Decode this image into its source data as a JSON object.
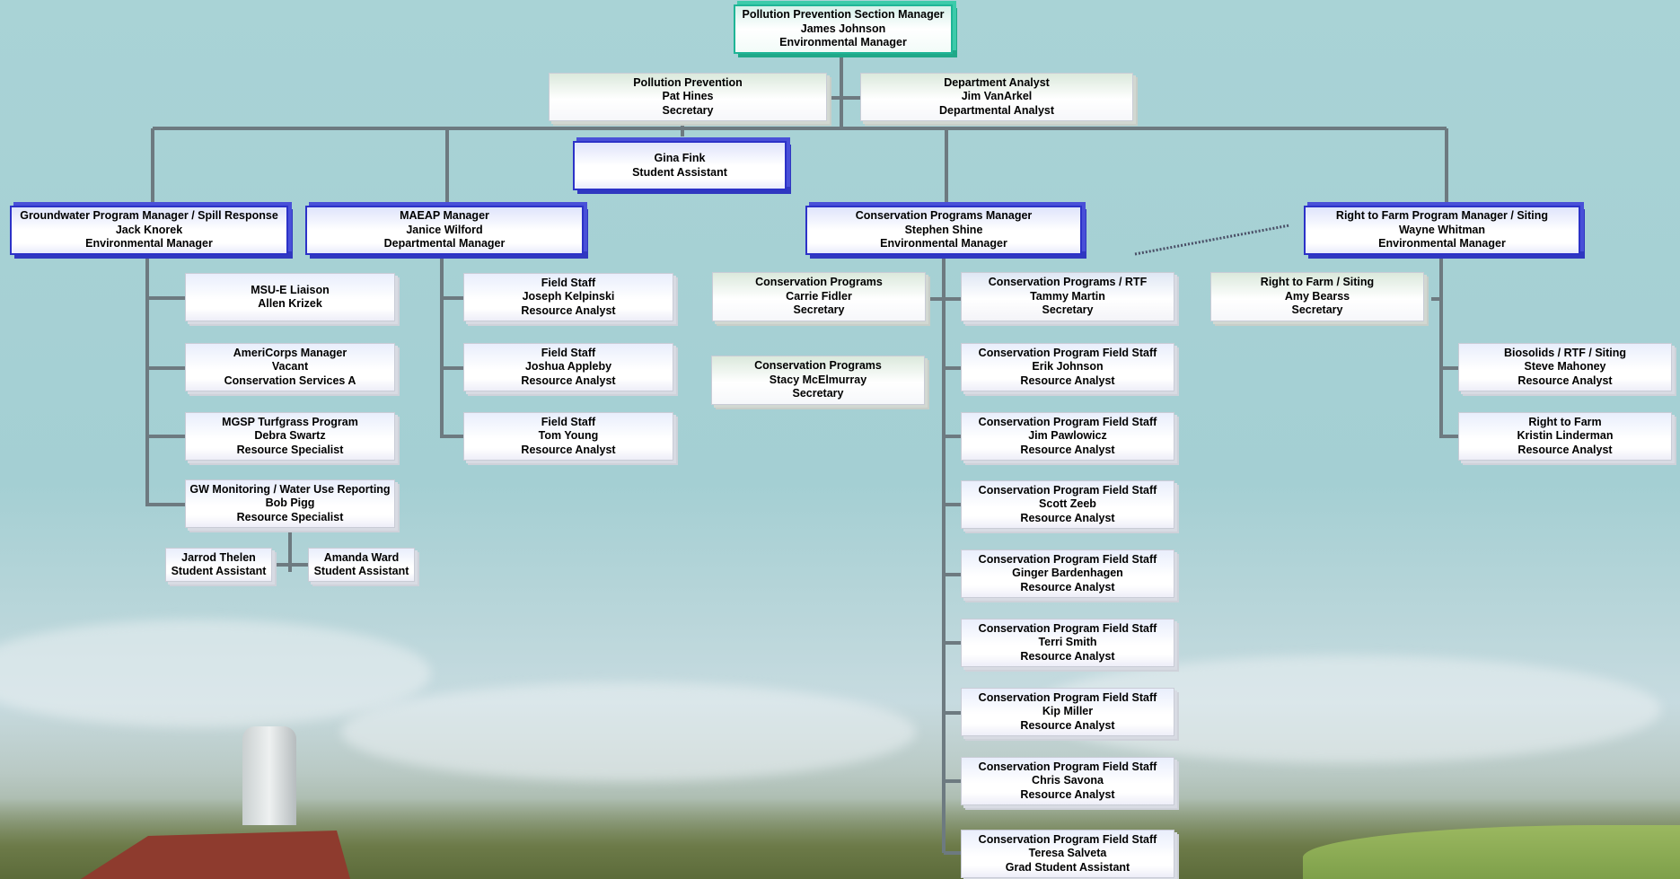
{
  "top": {
    "title": "Pollution Prevention Section Manager",
    "name": "James Johnson",
    "role": "Environmental Manager"
  },
  "staff_left": {
    "title": "Pollution Prevention",
    "name": "Pat Hines",
    "role": "Secretary"
  },
  "staff_right": {
    "title": "Department Analyst",
    "name": "Jim VanArkel",
    "role": "Departmental Analyst"
  },
  "student": {
    "name": "Gina Fink",
    "role": "Student Assistant"
  },
  "groundwater": {
    "manager": {
      "title": "Groundwater Program Manager / Spill Response",
      "name": "Jack Knorek",
      "role": "Environmental Manager"
    },
    "staff": [
      {
        "title": "MSU-E Liaison",
        "name": "Allen Krizek"
      },
      {
        "title": "AmeriCorps Manager",
        "name": "Vacant",
        "role": "Conservation Services A"
      },
      {
        "title": "MGSP Turfgrass Program",
        "name": "Debra Swartz",
        "role": "Resource Specialist"
      },
      {
        "title": "GW Monitoring / Water Use Reporting",
        "name": "Bob Pigg",
        "role": "Resource Specialist"
      }
    ],
    "students": [
      {
        "name": "Jarrod Thelen",
        "role": "Student Assistant"
      },
      {
        "name": "Amanda Ward",
        "role": "Student Assistant"
      }
    ]
  },
  "maeap": {
    "manager": {
      "title": "MAEAP Manager",
      "name": "Janice Wilford",
      "role": "Departmental Manager"
    },
    "staff": [
      {
        "title": "Field Staff",
        "name": "Joseph Kelpinski",
        "role": "Resource Analyst"
      },
      {
        "title": "Field Staff",
        "name": "Joshua Appleby",
        "role": "Resource Analyst"
      },
      {
        "title": "Field Staff",
        "name": "Tom Young",
        "role": "Resource Analyst"
      }
    ]
  },
  "conservation": {
    "manager": {
      "title": "Conservation Programs Manager",
      "name": "Stephen Shine",
      "role": "Environmental Manager"
    },
    "secretaries": [
      {
        "title": "Conservation Programs",
        "name": "Carrie Fidler",
        "role": "Secretary"
      },
      {
        "title": "Conservation Programs",
        "name": "Stacy McElmurray",
        "role": "Secretary"
      }
    ],
    "staff": [
      {
        "title": "Conservation Programs / RTF",
        "name": "Tammy Martin",
        "role": "Secretary"
      },
      {
        "title": "Conservation Program Field Staff",
        "name": "Erik Johnson",
        "role": "Resource Analyst"
      },
      {
        "title": "Conservation Program Field Staff",
        "name": "Jim Pawlowicz",
        "role": "Resource Analyst"
      },
      {
        "title": "Conservation Program Field Staff",
        "name": "Scott Zeeb",
        "role": "Resource Analyst"
      },
      {
        "title": "Conservation Program Field Staff",
        "name": "Ginger Bardenhagen",
        "role": "Resource Analyst"
      },
      {
        "title": "Conservation Program Field Staff",
        "name": "Terri Smith",
        "role": "Resource Analyst"
      },
      {
        "title": "Conservation Program Field Staff",
        "name": "Kip Miller",
        "role": "Resource Analyst"
      },
      {
        "title": "Conservation Program Field Staff",
        "name": "Chris Savona",
        "role": "Resource Analyst"
      },
      {
        "title": "Conservation Program Field Staff",
        "name": "Teresa Salveta",
        "role": "Grad Student Assistant"
      }
    ]
  },
  "rtf": {
    "manager": {
      "title": "Right to Farm Program Manager / Siting",
      "name": "Wayne Whitman",
      "role": "Environmental Manager"
    },
    "secretary": {
      "title": "Right to Farm / Siting",
      "name": "Amy Bearss",
      "role": "Secretary"
    },
    "staff": [
      {
        "title": "Biosolids / RTF  / Siting",
        "name": "Steve Mahoney",
        "role": "Resource Analyst"
      },
      {
        "title": "Right to Farm",
        "name": "Kristin Linderman",
        "role": "Resource Analyst"
      }
    ]
  }
}
